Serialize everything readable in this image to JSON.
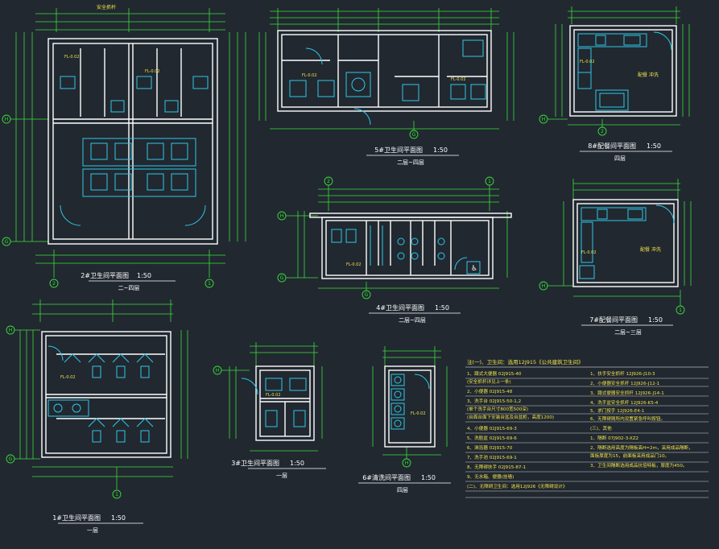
{
  "colors": {
    "background": "#212830",
    "wall": "#ffffff",
    "dim": "#3cdc3c",
    "fixture": "#2fc8e6",
    "text": "#f0e24a",
    "label": "#ffffff",
    "grid": "#3cdc3c"
  },
  "plans": [
    {
      "key": "p2",
      "title": "2#卫生间平面图",
      "scale": "1:50",
      "floors": "二~四层"
    },
    {
      "key": "p5",
      "title": "5#卫生间平面图",
      "scale": "1:50",
      "floors": "二层~四层"
    },
    {
      "key": "p8",
      "title": "8#配餐间平面图",
      "scale": "1:50",
      "floors": "四层"
    },
    {
      "key": "p4",
      "title": "4#卫生间平面图",
      "scale": "1:50",
      "floors": "二层~四层"
    },
    {
      "key": "p7",
      "title": "7#配餐间平面图",
      "scale": "1:50",
      "floors": "二层~三层"
    },
    {
      "key": "p1",
      "title": "1#卫生间平面图",
      "scale": "1:50",
      "floors": "一层"
    },
    {
      "key": "p3",
      "title": "3#卫生间平面图",
      "scale": "1:50",
      "floors": "一层"
    },
    {
      "key": "p6",
      "title": "6#清洗间平面图",
      "scale": "1:50",
      "floors": "四层"
    }
  ],
  "grid_labels": {
    "h": "H",
    "g": "G",
    "two": "2",
    "one": "1"
  },
  "notes": {
    "header": "注(一)、卫生间：选用12J915《公共建筑卫生间》",
    "left": [
      "1、蹲式大便器 02J915-40",
      "(安全抓杆详见上一条)",
      "2、小便器 02J915-48",
      "3、洗手台 02J915-50-1,2",
      "(单个洗手台尺寸800宽500深)",
      "(台面台面下安装台盆及台盆柜，高度1200)",
      "4、小便器 02J915-69-3",
      "5、洗脸盆 02J915-69-6",
      "6、淋浴器 02J915-70",
      "7、洗手池 02J915-69-1",
      "8、无障碍扶手 02J915-87-1",
      "9、无水箱、便器(挂墙)",
      "(二)、无障碍卫生间：选用12J926《无障碍设计》"
    ],
    "right": [
      "1、扶手安全抓杆 12J926-J10-3",
      "2、小便器安全抓杆 12J926-J12-1",
      "3、蹲式便器安全抓杆 12J926-J14-1",
      "4、洗手盆安全抓杆 12J926-K5-4",
      "5、求门按手 12J926-E4-1",
      "6、无障碍厕所内设置紧急呼叫按钮。",
      "(三)、其他",
      "1、隔断 07J902-3-XZ2",
      "2、隔断选用高度为隔板高H=2m，采用成品隔断，",
      "   面板厚度为15，前面板采用成品门10。",
      "3、卫生间隔断选用成品抗倍特板，厚度为450。"
    ]
  }
}
